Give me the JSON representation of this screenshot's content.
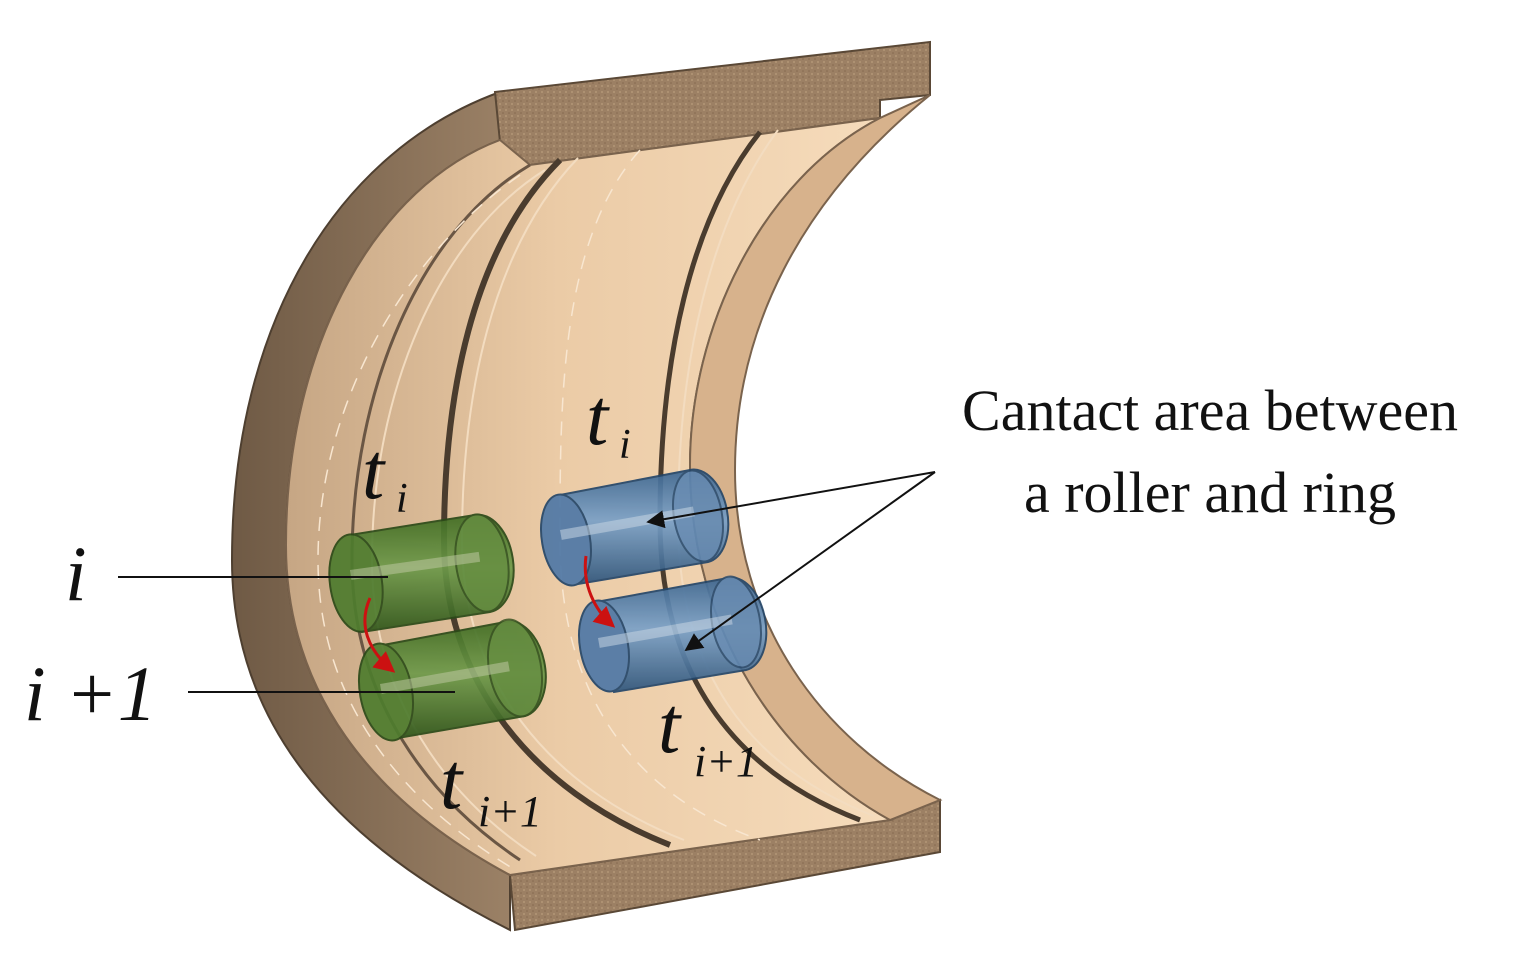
{
  "labels": {
    "roller_i": "i",
    "roller_i_plus_1": "i +1",
    "t_base": "t",
    "sub_i": "i",
    "sub_i_plus_1": "i+1",
    "callout_line1": "Cantact area between",
    "callout_line2": "a roller and ring"
  },
  "colors": {
    "ring": "#e9c8a2",
    "ring_edge": "#7e6a55",
    "ring_dark": "#8a7460",
    "section": "#9a7f62",
    "roller_green": "#4c7a2c",
    "roller_blue": "#4f78a6",
    "arrow_red": "#cc1111"
  }
}
